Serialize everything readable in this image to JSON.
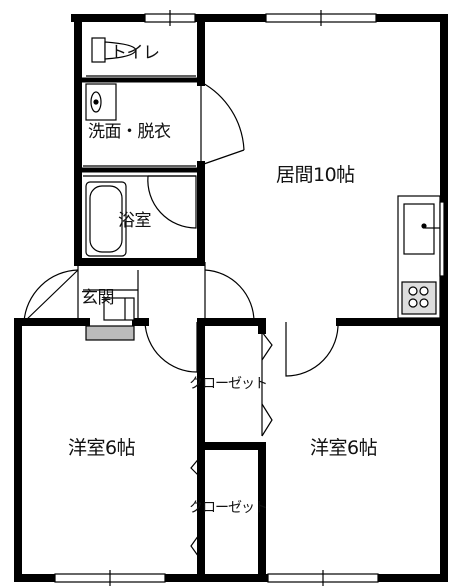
{
  "floorplan": {
    "rooms": {
      "toilet": "トイレ",
      "washroom": "洗面・脱衣",
      "bathroom": "浴室",
      "entrance": "玄関",
      "living": "居間10帖",
      "western_left": "洋室6帖",
      "western_right": "洋室6帖",
      "closet_upper": "クローゼット",
      "closet_lower": "クローゼット"
    },
    "colors": {
      "wall": "#000000",
      "background": "#ffffff",
      "fixture_fill": "#dddddd",
      "step_fill": "#bbbbbb"
    }
  }
}
